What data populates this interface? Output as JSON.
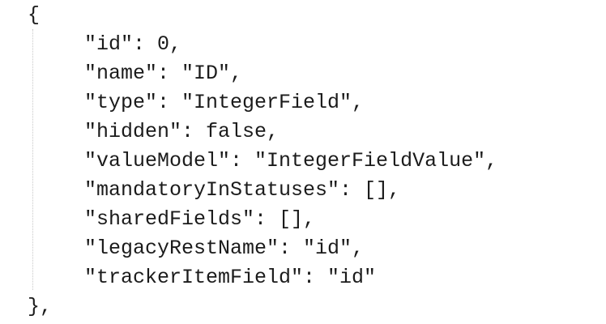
{
  "code": {
    "open_brace": "{",
    "lines": [
      "\"id\": 0,",
      "\"name\": \"ID\",",
      "\"type\": \"IntegerField\",",
      "\"hidden\": false,",
      "\"valueModel\": \"IntegerFieldValue\",",
      "\"mandatoryInStatuses\": [],",
      "\"sharedFields\": [],",
      "\"legacyRestName\": \"id\",",
      "\"trackerItemField\": \"id\""
    ],
    "close_brace": "},"
  }
}
